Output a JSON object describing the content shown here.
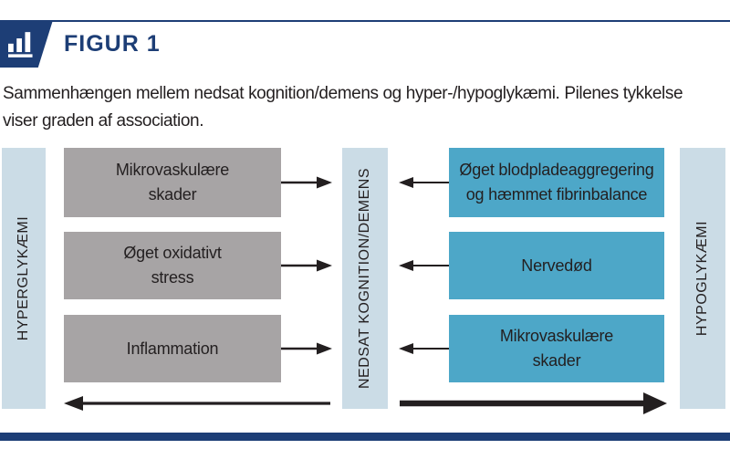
{
  "header": {
    "title": "FIGUR 1",
    "badge_icon": "bar-chart-icon"
  },
  "caption": {
    "text": "Sammenhængen mellem nedsat kognition/demens og hyper-/hypoglykæmi. Pilenes tykkelse\nviser graden af association."
  },
  "diagram": {
    "left_column": {
      "label": "HYPERGLYKÆMI",
      "boxes": [
        "Mikrovaskulære\nskader",
        "Øget oxidativt\nstress",
        "Inflammation"
      ]
    },
    "center_column": {
      "label": "NEDSAT KOGNITION/DEMENS"
    },
    "right_column": {
      "label": "HYPOGLYKÆMI",
      "boxes": [
        "Øget blodpladeaggregering\nog hæmmet fibrinbalance",
        "Nervedød",
        "Mikrovaskulære\nskader"
      ]
    }
  },
  "colors": {
    "navy": "#1d3e76",
    "lightblue": "#cbdce6",
    "gray": "#a7a4a5",
    "teal": "#4da7c8",
    "ink": "#231f20"
  }
}
